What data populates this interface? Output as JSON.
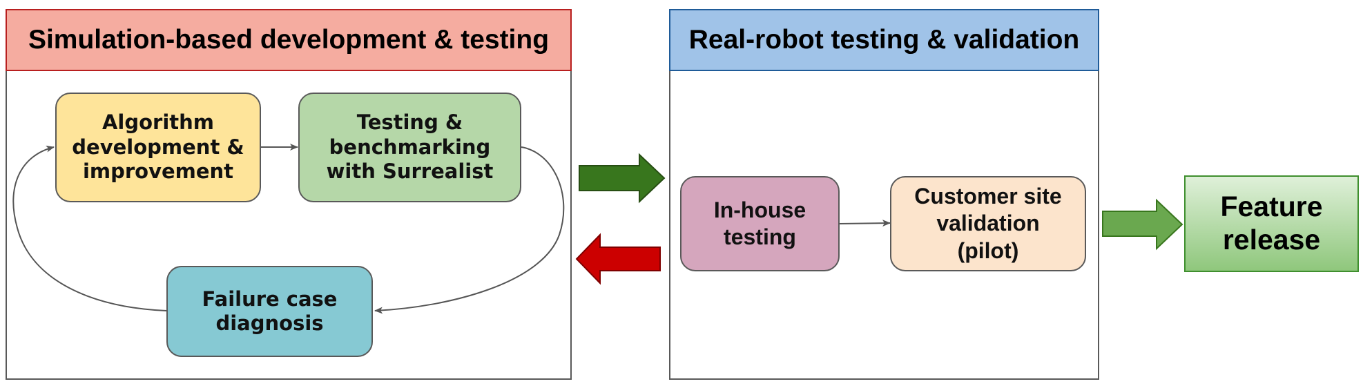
{
  "sim_panel": {
    "title": "Simulation-based development & testing",
    "nodes": {
      "algorithm": "Algorithm\ndevelopment &\nimprovement",
      "testing": "Testing &\nbenchmarking\nwith Surrealist",
      "failure": "Failure case\ndiagnosis"
    }
  },
  "real_panel": {
    "title": "Real-robot testing & validation",
    "nodes": {
      "inhouse": "In-house\ntesting",
      "customer": "Customer site\nvalidation\n(pilot)"
    }
  },
  "feature_release": "Feature\nrelease",
  "colors": {
    "sim_header": "#f5aca0",
    "real_header": "#a0c3e8",
    "algorithm": "#fee49a",
    "testing": "#b5d7a8",
    "failure": "#86c9d3",
    "inhouse": "#d5a6bd",
    "customer": "#fce4cc",
    "arrow_forward": "#38761d",
    "arrow_back": "#cc0000",
    "arrow_release": "#6aa84f"
  }
}
